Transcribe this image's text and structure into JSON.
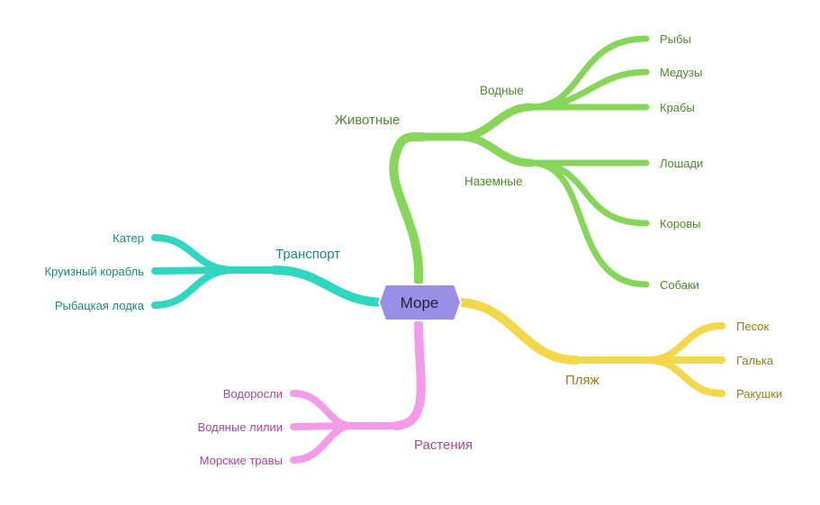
{
  "center": {
    "label": "Море",
    "color": "#9b8ee6"
  },
  "colors": {
    "animals": "#86d65a",
    "animals_text": "#4c8a2a",
    "transport": "#2fd6c0",
    "transport_text": "#1b8a7a",
    "beach": "#f2d84a",
    "beach_text": "#9a7c10",
    "plants": "#f39ae8",
    "plants_text": "#a8479f"
  },
  "branches": {
    "animals": {
      "label": "Животные",
      "water": {
        "label": "Водные",
        "items": [
          "Рыбы",
          "Медузы",
          "Крабы"
        ]
      },
      "land": {
        "label": "Наземные",
        "items": [
          "Лошади",
          "Коровы",
          "Собаки"
        ]
      }
    },
    "transport": {
      "label": "Транспорт",
      "items": [
        "Катер",
        "Круизный корабль",
        "Рыбацкая лодка"
      ]
    },
    "beach": {
      "label": "Пляж",
      "items": [
        "Песок",
        "Галька",
        "Ракушки"
      ]
    },
    "plants": {
      "label": "Растения",
      "items": [
        "Водоросли",
        "Водяные лилии",
        "Морские травы"
      ]
    }
  }
}
